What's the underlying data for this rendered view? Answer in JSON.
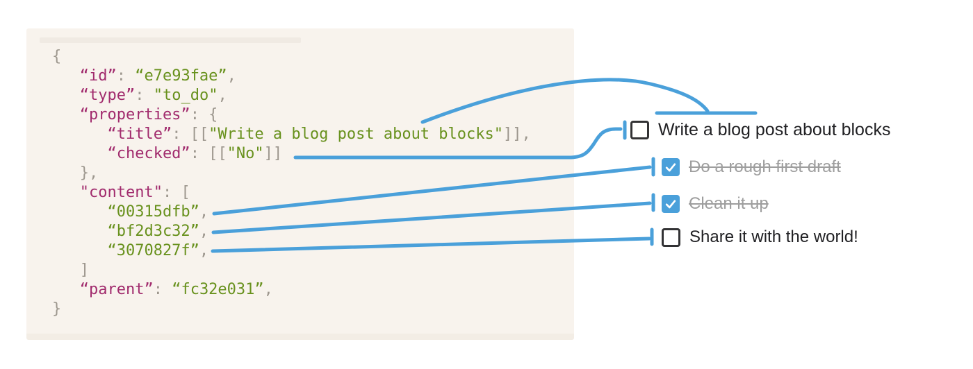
{
  "code_panel": {
    "language": "json",
    "lines": [
      {
        "indent": 0,
        "tokens": [
          [
            "p",
            "{"
          ]
        ]
      },
      {
        "indent": 1,
        "tokens": [
          [
            "k",
            "“id”"
          ],
          [
            "p",
            ": "
          ],
          [
            "v",
            "“e7e93fae”"
          ],
          [
            "p",
            ","
          ]
        ]
      },
      {
        "indent": 1,
        "tokens": [
          [
            "k",
            "“type”"
          ],
          [
            "p",
            ": "
          ],
          [
            "v",
            "\"to_do\""
          ],
          [
            "p",
            ","
          ]
        ]
      },
      {
        "indent": 1,
        "tokens": [
          [
            "k",
            "“properties”"
          ],
          [
            "p",
            ": {"
          ]
        ]
      },
      {
        "indent": 2,
        "tokens": [
          [
            "k",
            "“title”"
          ],
          [
            "p",
            ": [["
          ],
          [
            "v",
            "\"Write a blog post about blocks\""
          ],
          [
            "p",
            "]],"
          ]
        ]
      },
      {
        "indent": 2,
        "tokens": [
          [
            "k",
            "“checked”"
          ],
          [
            "p",
            ": [["
          ],
          [
            "v",
            "\"No\""
          ],
          [
            "p",
            "]]"
          ]
        ]
      },
      {
        "indent": 1,
        "tokens": [
          [
            "p",
            "},"
          ]
        ]
      },
      {
        "indent": 1,
        "tokens": [
          [
            "k",
            "\"content\""
          ],
          [
            "p",
            ": ["
          ]
        ]
      },
      {
        "indent": 2,
        "tokens": [
          [
            "v",
            "“00315dfb”"
          ],
          [
            "p",
            ","
          ]
        ]
      },
      {
        "indent": 2,
        "tokens": [
          [
            "v",
            "“bf2d3c32”"
          ],
          [
            "p",
            ","
          ]
        ]
      },
      {
        "indent": 2,
        "tokens": [
          [
            "v",
            "“3070827f”"
          ],
          [
            "p",
            ","
          ]
        ]
      },
      {
        "indent": 1,
        "tokens": [
          [
            "p",
            "]"
          ]
        ]
      },
      {
        "indent": 1,
        "tokens": [
          [
            "k",
            "“parent”"
          ],
          [
            "p",
            ": "
          ],
          [
            "v",
            "“fc32e031”"
          ],
          [
            "p",
            ","
          ]
        ]
      },
      {
        "indent": 0,
        "tokens": [
          [
            "p",
            "}"
          ]
        ]
      }
    ]
  },
  "todo_list": {
    "items": [
      {
        "label": "Write a blog post about blocks",
        "checked": false,
        "completed": false
      },
      {
        "label": "Do a rough first draft",
        "checked": true,
        "completed": true
      },
      {
        "label": "Clean it up",
        "checked": true,
        "completed": true
      },
      {
        "label": "Share it with the world!",
        "checked": false,
        "completed": false
      }
    ]
  },
  "connectors": [
    {
      "id": "title-to-item-1",
      "from": "properties.title",
      "to": "todo-item-1-text"
    },
    {
      "id": "checked-to-item-1",
      "from": "properties.checked",
      "to": "todo-item-1-checkbox"
    },
    {
      "id": "content-0-to-item-2",
      "from": "content[0] 00315dfb",
      "to": "todo-item-2"
    },
    {
      "id": "content-1-to-item-3",
      "from": "content[1] bf2d3c32",
      "to": "todo-item-3"
    },
    {
      "id": "content-2-to-item-4",
      "from": "content[2] 3070827f",
      "to": "todo-item-4"
    }
  ],
  "colors": {
    "accent_blue": "#4aa0da",
    "panel_bg": "#f8f3ed",
    "code_key": "#a12b6d",
    "code_value": "#68911d",
    "code_punct": "#9d978e",
    "todo_text": "#212124",
    "todo_done_text": "#9e9e9e",
    "checkbox_border": "#323234",
    "check_glyph": "#ffffff"
  }
}
